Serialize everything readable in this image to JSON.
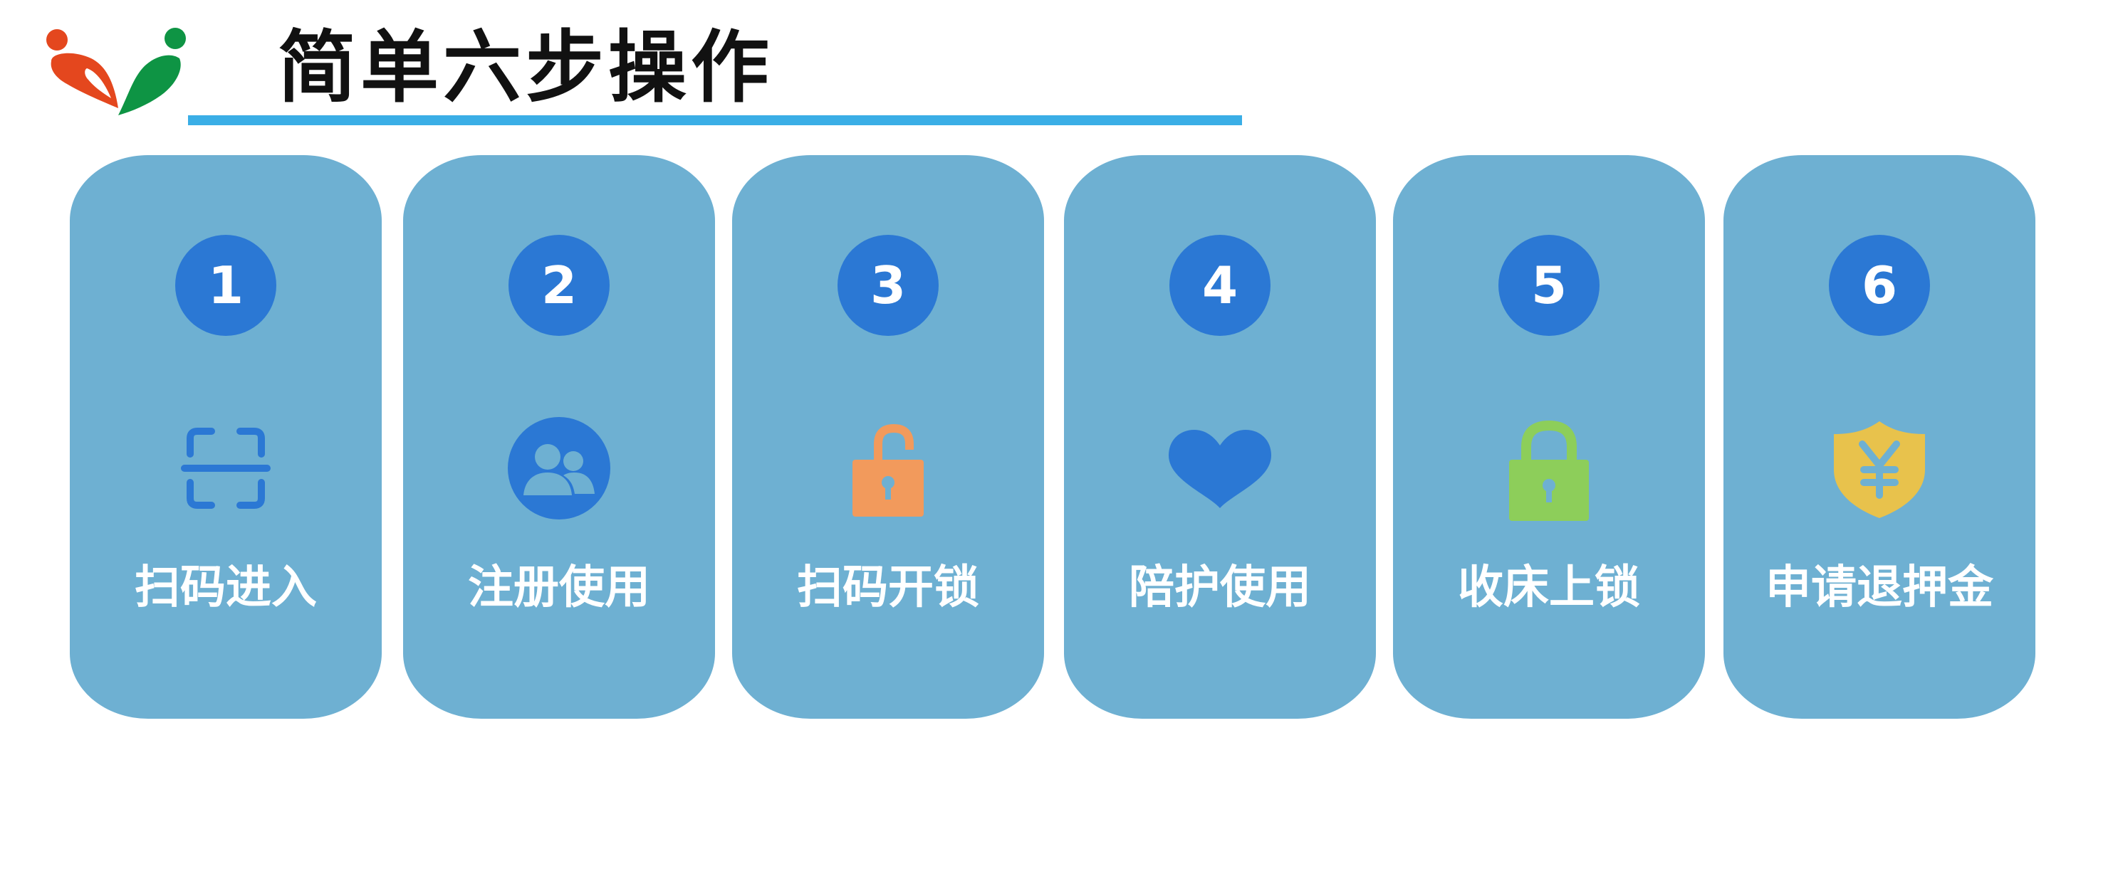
{
  "header": {
    "title": "简单六步操作"
  },
  "colors": {
    "card": "#6eb0d2",
    "number_badge": "#2b78d4",
    "title_rule": "#3aaee6",
    "logo_red": "#e4471e",
    "logo_green": "#0e9444"
  },
  "steps": [
    {
      "number": "1",
      "label": "扫码进入",
      "icon": "scan-icon"
    },
    {
      "number": "2",
      "label": "注册使用",
      "icon": "users-icon"
    },
    {
      "number": "3",
      "label": "扫码开锁",
      "icon": "unlock-icon"
    },
    {
      "number": "4",
      "label": "陪护使用",
      "icon": "heart-icon"
    },
    {
      "number": "5",
      "label": "收床上锁",
      "icon": "lock-icon"
    },
    {
      "number": "6",
      "label": "申请退押金",
      "icon": "yuan-shield-icon"
    }
  ]
}
